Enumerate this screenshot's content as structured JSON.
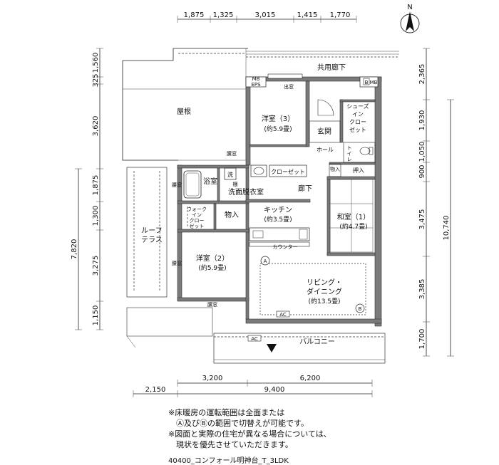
{
  "compass": {
    "label": "N"
  },
  "dimensions": {
    "top": [
      "1,875",
      "1,325",
      "3,015",
      "1,415",
      "1,770"
    ],
    "bottom_row1": [
      "3,200",
      "6,200"
    ],
    "bottom_row2": [
      "2,150",
      "9,400"
    ],
    "left_outer": "7,820",
    "left_inner": [
      "1,560",
      "325",
      "3,620",
      "1,875",
      "1,300",
      "3,275",
      "1,150"
    ],
    "right_inner": [
      "2,365",
      "1,930",
      "1,050",
      "900",
      "3,475",
      "3,385",
      "1,700"
    ],
    "right_outer": "10,740"
  },
  "rooms": {
    "roof": "屋根",
    "common_corridor": "共用廊下",
    "mb_eps": "MB\nEPS",
    "mb_right": "MB",
    "b_label": "B",
    "outlet": "出窓",
    "western3_name": "洋室（3）",
    "western3_size": "(約5.9畳)",
    "entrance": "玄関",
    "shoes_lines": [
      "シューズ",
      "イン",
      "クロー",
      "ゼット"
    ],
    "hall": "ホール",
    "toilet_lines": [
      "ト",
      "イ",
      "レ"
    ],
    "storage_small": "物入",
    "closet_oshiire": "押入",
    "washroom_short": "洗",
    "closet": "クローゼット",
    "bathroom": "浴室",
    "washroom": "洗面脱衣室",
    "corridor": "廊下",
    "shelf": "棚",
    "eaves": "腰窓",
    "walkin_lines": [
      "ウォーク",
      "イン",
      "クロー",
      "ゼット"
    ],
    "storage": "物入",
    "kitchen_name": "キッチン",
    "kitchen_size": "(約3.5畳)",
    "counter": "カウンター",
    "japanese_name": "和室（1）",
    "japanese_size": "(約4.7畳)",
    "roof_terrace_lines": [
      "ルーフ",
      "テラス"
    ],
    "western2_name": "洋室（2）",
    "western2_size": "(約5.9畳)",
    "living_name_lines": [
      "リビング・",
      "ダイニング"
    ],
    "living_size": "(約13.5畳)",
    "marker_a": "A",
    "marker_b": "B",
    "ac": "AC",
    "balcony": "バルコニー"
  },
  "notes": [
    "※床暖房の運転範囲は全面または",
    "　Ⓐ及びⒷの範囲で切替えが可能です。",
    "※図面と実際の住宅が異なる場合については、",
    "　現状を優先させていただきます。"
  ],
  "caption": "40400_コンフォール明神台_T_3LDK"
}
